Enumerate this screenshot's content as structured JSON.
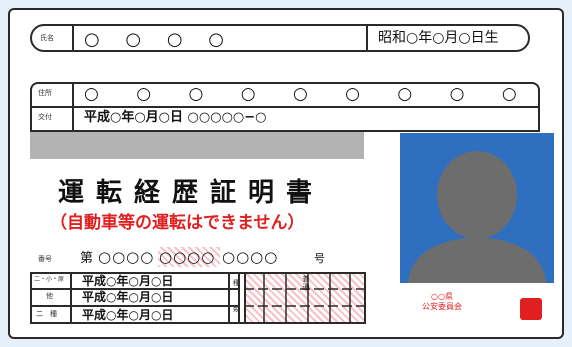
{
  "name_row": {
    "label": "氏名",
    "name_value": "○ ○ ○ ○",
    "birth_date": "昭和○年○月○日生"
  },
  "address_row": {
    "label": "住所",
    "value": "○ ○ ○ ○ ○ ○ ○ ○ ○"
  },
  "issue_row": {
    "label": "交付",
    "value": "平成○年○月○日 ○○○○○−○"
  },
  "title": "運転経歴証明書",
  "subtitle": "（自動車等の運転はできません）",
  "number_row": {
    "label": "番号",
    "prefix": "第",
    "value": "○○○○",
    "value_hatched": "○○○○",
    "value_end": "○○○○",
    "suffix": "号"
  },
  "license_rows": [
    {
      "label": "二・小・原",
      "date": "平成○年○月○日"
    },
    {
      "label": "他",
      "date": "平成○年○月○日"
    },
    {
      "label": "二　種",
      "date": "平成○年○月○日"
    }
  ],
  "license_grid": {
    "side_label_top": "種",
    "side_label_bottom": "類",
    "center_label": "普通"
  },
  "issuer": {
    "line1": "○○県",
    "line2": "公安委員会"
  },
  "colors": {
    "photo_bg": "#2f6fbf",
    "silhouette": "#6d6d6d",
    "accent_red": "#e02020",
    "hatch_pink": "#f7c0c8",
    "gray_bar": "#b3b3b3"
  }
}
